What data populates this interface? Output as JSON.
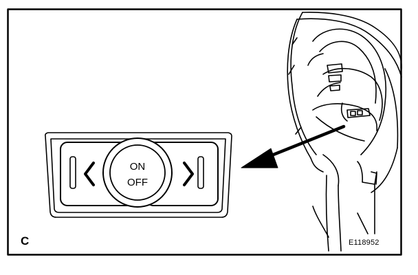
{
  "figure": {
    "label": "C",
    "code": "E118952"
  },
  "switch": {
    "on_label": "ON",
    "off_label": "OFF",
    "left_symbol": "<",
    "right_symbol": ">"
  },
  "colors": {
    "ink": "#000000",
    "paper": "#ffffff"
  }
}
